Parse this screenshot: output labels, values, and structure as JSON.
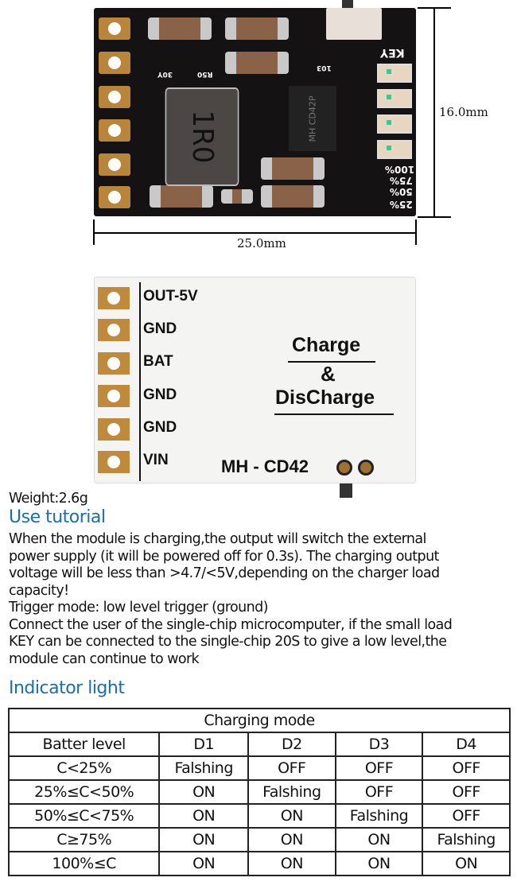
{
  "top_board": {
    "inductor": "1R0",
    "chip": "MH CD42P",
    "key_label": "KEY",
    "levels": [
      "100%",
      "75%",
      "50%",
      "25%"
    ],
    "resistors": [
      "30Y",
      "R50",
      "103"
    ],
    "height_dim": "16.0mm",
    "width_dim": "25.0mm"
  },
  "bottom_board": {
    "pins": [
      "OUT-5V",
      "GND",
      "BAT",
      "GND",
      "GND",
      "VIN"
    ],
    "title1": "Charge",
    "amp": "&",
    "title2": "DisCharge",
    "model": "MH - CD42"
  },
  "weight": "Weight:2.6g",
  "use_tutorial": {
    "heading": "Use tutorial",
    "lines": [
      "When the module is charging,the output will switch the external",
      "power supply (it will be powered off for 0.3s). The charging output",
      "voltage will be less than >4.7/<5V,depending on the charger load",
      "capacity!",
      "Trigger mode: low level trigger (ground)",
      "Connect the user of the single-chip microcomputer, if the small load",
      "KEY can be connected to the single-chip 20S to give a low level,the",
      "module can continue to work"
    ]
  },
  "indicator": {
    "heading": "Indicator light",
    "table_title": "Charging mode",
    "headers": [
      "Batter level",
      "D1",
      "D2",
      "D3",
      "D4"
    ],
    "rows": [
      [
        "C<25%",
        "Falshing",
        "OFF",
        "OFF",
        "OFF"
      ],
      [
        "25%≤C<50%",
        "ON",
        "Falshing",
        "OFF",
        "OFF"
      ],
      [
        "50%≤C<75%",
        "ON",
        "ON",
        "Falshing",
        "OFF"
      ],
      [
        "C≥75%",
        "ON",
        "ON",
        "ON",
        "Falshing"
      ],
      [
        "100%≤C",
        "ON",
        "ON",
        "ON",
        "ON"
      ]
    ]
  }
}
